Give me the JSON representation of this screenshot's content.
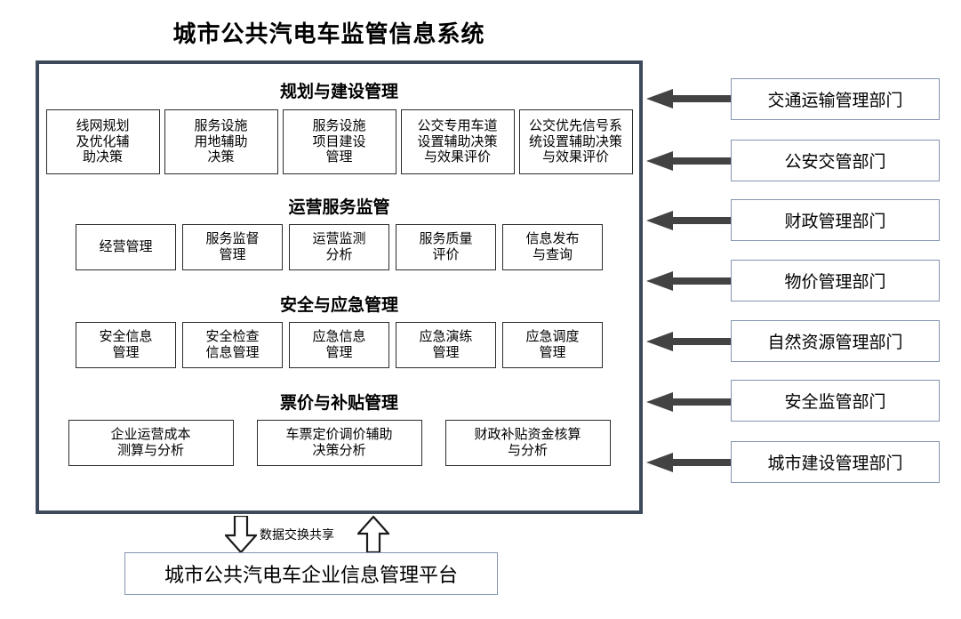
{
  "title": "城市公共汽电车监管信息系统",
  "colors": {
    "frame_border": "#3c4a5c",
    "cell_border": "#2b2b2b",
    "dept_border": "#8496b0",
    "arrow": "#434343",
    "background": "#ffffff",
    "text": "#000000"
  },
  "main_frame": {
    "sections": [
      {
        "heading": "规划与建设管理",
        "items": [
          "线网规划\n及优化辅\n助决策",
          "服务设施\n用地辅助\n决策",
          "服务设施\n项目建设\n管理",
          "公交专用车道\n设置辅助决策\n与效果评价",
          "公交优先信号系\n统设置辅助决策\n与效果评价"
        ]
      },
      {
        "heading": "运营服务监管",
        "items": [
          "经营管理",
          "服务监督\n管理",
          "运营监测\n分析",
          "服务质量\n评价",
          "信息发布\n与查询"
        ]
      },
      {
        "heading": "安全与应急管理",
        "items": [
          "安全信息\n管理",
          "安全检查\n信息管理",
          "应急信息\n管理",
          "应急演练\n管理",
          "应急调度\n管理"
        ]
      },
      {
        "heading": "票价与补贴管理",
        "items": [
          "企业运营成本\n测算与分析",
          "车票定价调价辅助\n决策分析",
          "财政补贴资金核算\n与分析"
        ]
      }
    ]
  },
  "departments": [
    "交通运输管理部门",
    "公安交管部门",
    "财政管理部门",
    "物价管理部门",
    "自然资源管理部门",
    "安全监管部门",
    "城市建设管理部门"
  ],
  "exchange": {
    "label": "数据交换共享",
    "platform": "城市公共汽电车企业信息管理平台",
    "down_arrow_icon": "arrow-down-outline-icon",
    "up_arrow_icon": "arrow-up-outline-icon"
  },
  "arrow_icon": "arrow-left-solid-icon"
}
